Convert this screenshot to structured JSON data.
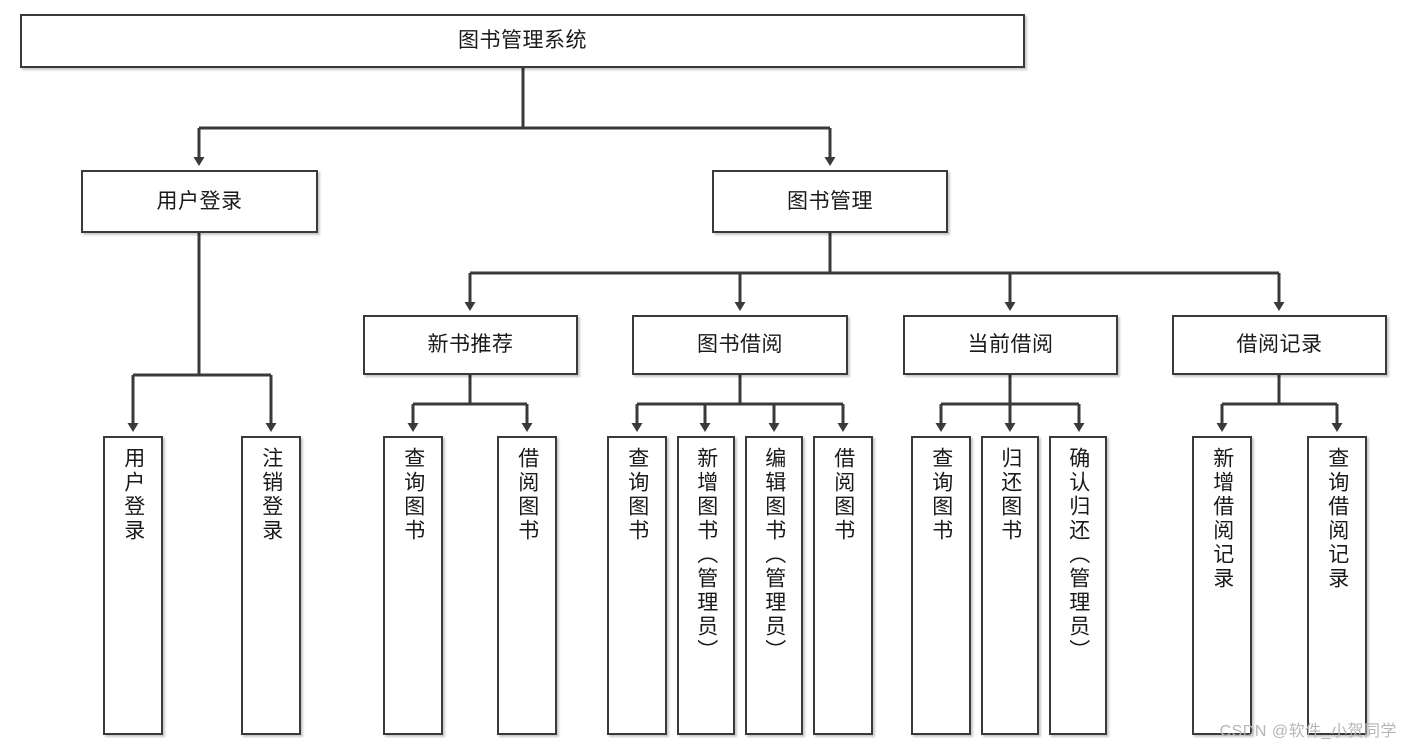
{
  "diagram": {
    "title": "图书管理系统",
    "type": "functional-structure-tree",
    "watermark": "CSDN @软件_小贺同学",
    "colors": {
      "box_border": "#3a3a3a",
      "box_fill": "#ffffff",
      "edge": "#3a3a3a",
      "text": "#1a1a1a",
      "watermark": "#b6b6b6"
    },
    "nodes": {
      "root": {
        "label": "图书管理系统",
        "level": 1,
        "orientation": "horizontal"
      },
      "l2": [
        {
          "id": "user-login",
          "label": "用户登录",
          "level": 2,
          "orientation": "horizontal"
        },
        {
          "id": "book-manage",
          "label": "图书管理",
          "level": 2,
          "orientation": "horizontal"
        }
      ],
      "l3": [
        {
          "id": "new-book-recommend",
          "label": "新书推荐",
          "level": 3,
          "orientation": "horizontal"
        },
        {
          "id": "book-borrow",
          "label": "图书借阅",
          "level": 3,
          "orientation": "horizontal"
        },
        {
          "id": "current-borrow",
          "label": "当前借阅",
          "level": 3,
          "orientation": "horizontal"
        },
        {
          "id": "borrow-record",
          "label": "借阅记录",
          "level": 3,
          "orientation": "horizontal"
        }
      ],
      "leaves": [
        {
          "id": "leaf-user-login",
          "label": "用户登录",
          "parent": "user-login",
          "orientation": "vertical"
        },
        {
          "id": "leaf-logout",
          "label": "注销登录",
          "parent": "user-login",
          "orientation": "vertical"
        },
        {
          "id": "leaf-query-book-1",
          "label": "查询图书",
          "parent": "new-book-recommend",
          "orientation": "vertical"
        },
        {
          "id": "leaf-borrow-book-1",
          "label": "借阅图书",
          "parent": "new-book-recommend",
          "orientation": "vertical"
        },
        {
          "id": "leaf-query-book-2",
          "label": "查询图书",
          "parent": "book-borrow",
          "orientation": "vertical"
        },
        {
          "id": "leaf-add-book",
          "label": "新增图书（管理员）",
          "parent": "book-borrow",
          "orientation": "vertical"
        },
        {
          "id": "leaf-edit-book",
          "label": "编辑图书（管理员）",
          "parent": "book-borrow",
          "orientation": "vertical"
        },
        {
          "id": "leaf-borrow-book-2",
          "label": "借阅图书",
          "parent": "book-borrow",
          "orientation": "vertical"
        },
        {
          "id": "leaf-query-book-3",
          "label": "查询图书",
          "parent": "current-borrow",
          "orientation": "vertical"
        },
        {
          "id": "leaf-return-book",
          "label": "归还图书",
          "parent": "current-borrow",
          "orientation": "vertical"
        },
        {
          "id": "leaf-confirm-return",
          "label": "确认归还（管理员）",
          "parent": "current-borrow",
          "orientation": "vertical"
        },
        {
          "id": "leaf-add-record",
          "label": "新增借阅记录",
          "parent": "borrow-record",
          "orientation": "vertical"
        },
        {
          "id": "leaf-query-record",
          "label": "查询借阅记录",
          "parent": "borrow-record",
          "orientation": "vertical"
        }
      ]
    }
  }
}
